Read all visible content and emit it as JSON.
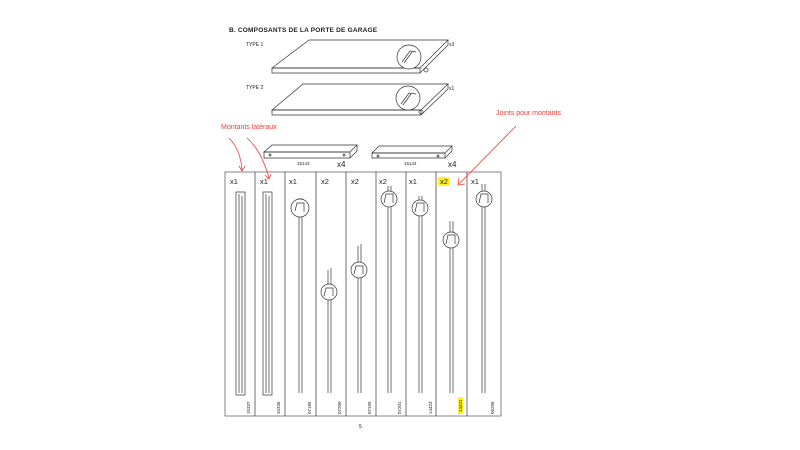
{
  "section_title": "B. COMPOSANTS DE LA PORTE DE GARAGE",
  "panels": [
    {
      "label": "TYPE 1",
      "qty": "x3"
    },
    {
      "label": "TYPE 2",
      "qty": "x1"
    }
  ],
  "brackets": [
    {
      "code": "15143",
      "qty": "x4"
    },
    {
      "code": "15144",
      "qty": "x4"
    }
  ],
  "annotations": {
    "left": "Montants latéraux",
    "right": "Joints pour montants"
  },
  "parts": [
    {
      "qty": "x1",
      "code": "15337"
    },
    {
      "qty": "x1",
      "code": "15336"
    },
    {
      "qty": "x1",
      "code": "07185"
    },
    {
      "qty": "x2",
      "code": "07200"
    },
    {
      "qty": "x2",
      "code": "07199"
    },
    {
      "qty": "x2",
      "code": "07201"
    },
    {
      "qty": "x1",
      "code": "14423"
    },
    {
      "qty": "x2",
      "code": "14421"
    },
    {
      "qty": "x1",
      "code": "06296"
    }
  ],
  "page_number": "5",
  "colors": {
    "annotation": "#e8413a",
    "highlight": "#fff21f",
    "line": "#333333"
  }
}
